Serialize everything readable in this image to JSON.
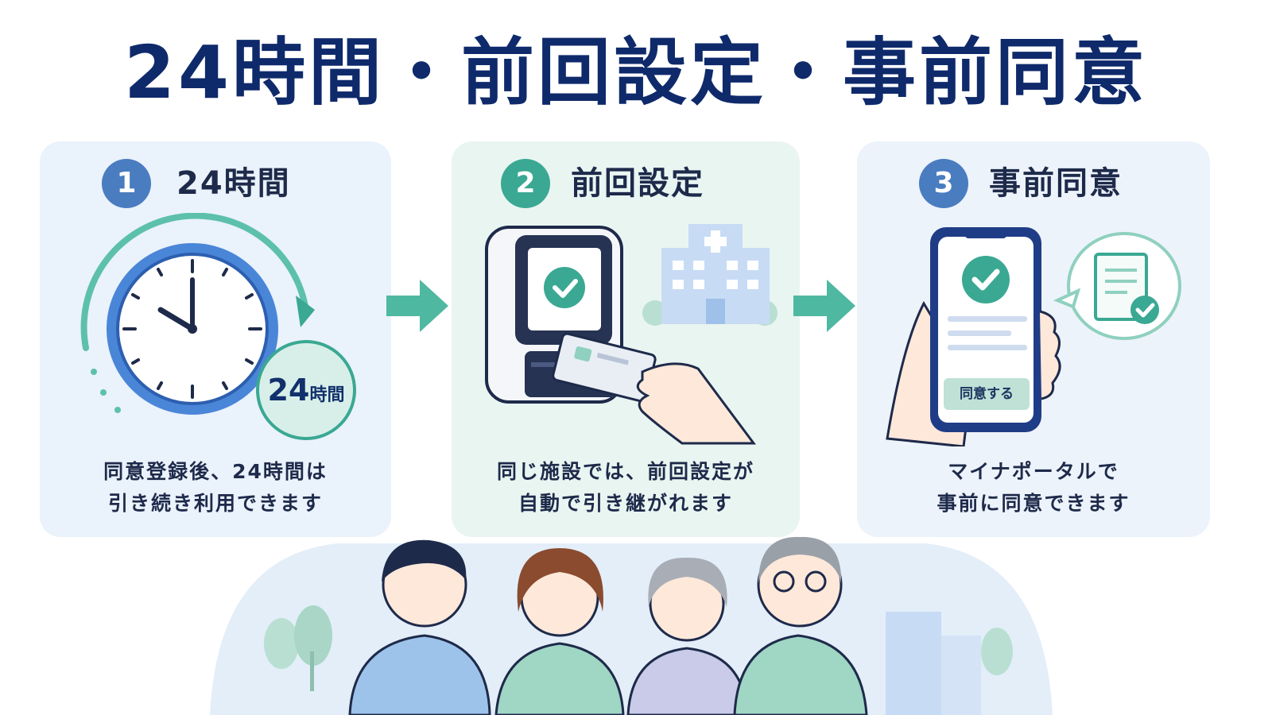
{
  "title": "24時間・前回設定・事前同意",
  "steps": [
    {
      "number": "1",
      "title": "24時間",
      "desc_line1": "同意登録後、24時間は",
      "desc_line2": "引き続き利用できます",
      "badge_number": "24",
      "badge_unit": "時間"
    },
    {
      "number": "2",
      "title": "前回設定",
      "desc_line1": "同じ施設では、前回設定が",
      "desc_line2": "自動で引き継がれます"
    },
    {
      "number": "3",
      "title": "事前同意",
      "desc_line1": "マイナポータルで",
      "desc_line2": "事前に同意できます",
      "button_label": "同意する"
    }
  ],
  "colors": {
    "title": "#0f2a6b",
    "blue_accent": "#4a7cc0",
    "teal_accent": "#3aa893",
    "panel_blue": "#eaf2fb",
    "panel_teal": "#e9f5f1"
  },
  "icons": [
    "clock-icon",
    "arrow-right-icon",
    "card-reader-icon",
    "hospital-icon",
    "card-hand-icon",
    "smartphone-icon",
    "document-check-icon",
    "people-illustration"
  ]
}
